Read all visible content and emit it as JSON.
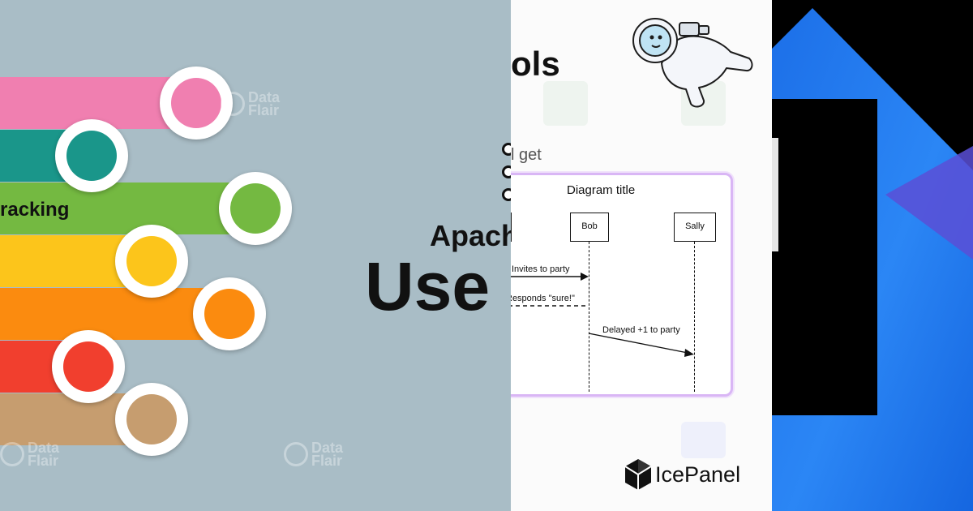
{
  "panel1": {
    "label": "racking",
    "watermark_line1": "Data",
    "watermark_line2": "Flair",
    "apache": "Apach",
    "usecase": "Use C",
    "colors": {
      "background": "#a9bdc6",
      "pink": "#f07fb0",
      "teal": "#1a968a",
      "green": "#74b941",
      "yellow": "#fcc51b",
      "orange": "#fb8b0f",
      "red": "#f13f2e",
      "tan": "#c69d6f"
    }
  },
  "panel2": {
    "heading_fragment": "ols",
    "subtext_fragment": "l get",
    "diagram": {
      "title": "Diagram title",
      "actors": [
        "Bob",
        "Sally"
      ],
      "messages": [
        "Invites to party",
        "Responds \"sure!\"",
        "Delayed +1 to party"
      ]
    },
    "brand": "IcePanel",
    "icons": [
      "astronaut-icon",
      "icepanel-logo-icon"
    ]
  },
  "panel3": {
    "icon": "app-logo-icon",
    "colors": {
      "blue": "#1e7bf0",
      "purple": "#6a4ad8",
      "black": "#000000"
    }
  }
}
